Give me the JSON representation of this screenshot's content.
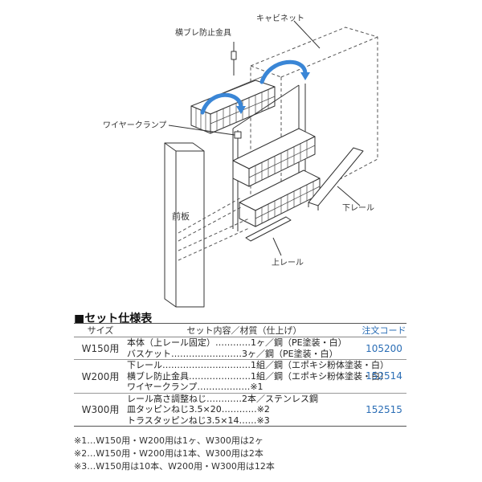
{
  "figure": {
    "callouts": {
      "antisway": "横ブレ防止金具",
      "cabinet": "キャビネット",
      "wire_clamp": "ワイヤークランプ",
      "lower_rail": "下レール",
      "upper_rail": "上レール"
    },
    "front_panel": "前板"
  },
  "spec": {
    "title": "■セット仕様表",
    "headers": {
      "size": "サイズ",
      "contents": "セット内容／材質（仕上げ）",
      "code": "注文コード"
    },
    "groups": [
      {
        "size": "W150用",
        "code": "105200",
        "items": [
          "本体（上レール固定）…………1ヶ／鋼（PE塗装・白）",
          "バスケット……………………3ヶ／鋼（PE塗装・白）"
        ]
      },
      {
        "size": "W200用",
        "code": "152514",
        "items": [
          "下レール…………………………1組／鋼（エポキシ粉体塗装・白）",
          "横ブレ防止金具…………………1組／鋼（エポキシ粉体塗装・白）",
          "ワイヤークランプ………………※1"
        ]
      },
      {
        "size": "W300用",
        "code": "152515",
        "items": [
          "レール高さ調整ねじ…………2本／ステンレス鋼",
          "皿タッピンねじ3.5×20…………※2",
          "トラスタッピンねじ3.5×14……※3"
        ]
      }
    ],
    "footnotes": [
      "※1…W150用・W200用は1ヶ、W300用は2ヶ",
      "※2…W150用・W200用は1本、W300用は2本",
      "※3…W150用は10本、W200用・W300用は12本"
    ]
  }
}
